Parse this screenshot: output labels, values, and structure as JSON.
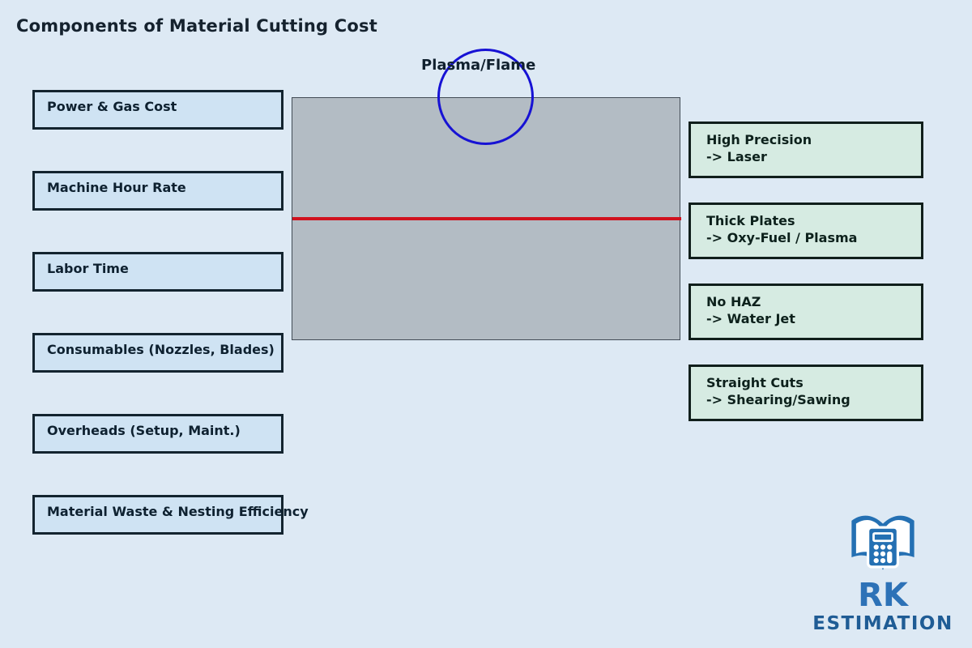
{
  "title": "Components of Material Cutting Cost",
  "cost_components": [
    "Power & Gas Cost",
    "Machine Hour Rate",
    "Labor Time",
    "Consumables (Nozzles, Blades)",
    "Overheads (Setup, Maint.)",
    "Material Waste & Nesting Efficiency"
  ],
  "plate": {
    "label": "Plasma/Flame"
  },
  "recommendations": [
    {
      "condition": "High Precision",
      "process": "-> Laser"
    },
    {
      "condition": "Thick Plates",
      "process": "-> Oxy-Fuel / Plasma"
    },
    {
      "condition": "No HAZ",
      "process": "-> Water Jet"
    },
    {
      "condition": "Straight Cuts",
      "process": "-> Shearing/Sawing"
    }
  ],
  "logo": {
    "icon": "open-book-calculator-icon",
    "initials": "RK",
    "wordmark": "ESTIMATION"
  },
  "colors": {
    "background": "#dde9f4",
    "cost_box_fill": "#cfe3f3",
    "cost_box_border": "#13242f",
    "recommendation_box_fill": "#d6ebe2",
    "recommendation_box_border": "#101f1b",
    "plate_fill": "#b3bcc4",
    "cut_line": "#d0121f",
    "torch_circle": "#1712d4",
    "logo_blue": "#2470b3",
    "logo_initials_color": "#2d72b7",
    "logo_wordmark_color": "#1f5c95"
  }
}
